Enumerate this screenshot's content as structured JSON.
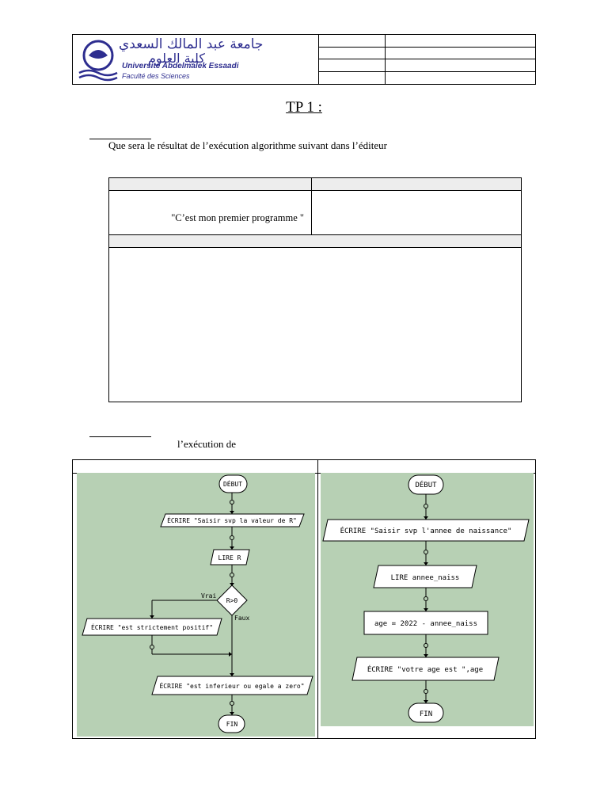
{
  "header": {
    "university_ar": "جامعة عبد المالك السعدي",
    "faculty_ar": "كلية العلوم",
    "university_fr": "Université Abdelmalek Essaadi",
    "faculty_fr": "Faculté des Sciences"
  },
  "title": "TP 1 :",
  "exercise1": {
    "question": "Que sera le résultat de l’exécution algorithme suivant dans l’éditeur",
    "cell_text": "\"C’est mon premier programme \""
  },
  "exercise2": {
    "text": "l’exécution de"
  },
  "flowchart_left": {
    "start": "DÉBUT",
    "write1": "ÉCRIRE \"Saisir svp la valeur de R\"",
    "read": "LIRE R",
    "condition": "R>0",
    "true_label": "Vrai",
    "false_label": "Faux",
    "write_true": "ÉCRIRE \"est strictement positif\"",
    "write_false": "ÉCRIRE \"est inferieur ou egale a zero\"",
    "end": "FIN"
  },
  "flowchart_right": {
    "start": "DÉBUT",
    "write1": "ÉCRIRE \"Saisir svp l'annee de naissance\"",
    "read": "LIRE annee_naiss",
    "assign": "age = 2022 - annee_naiss",
    "write2": "ÉCRIRE \"votre age est \",age",
    "end": "FIN"
  },
  "colors": {
    "flowchart_bg": "#b7d0b4",
    "logo_blue": "#2d2d8f",
    "table_header_gray": "#ededed"
  }
}
